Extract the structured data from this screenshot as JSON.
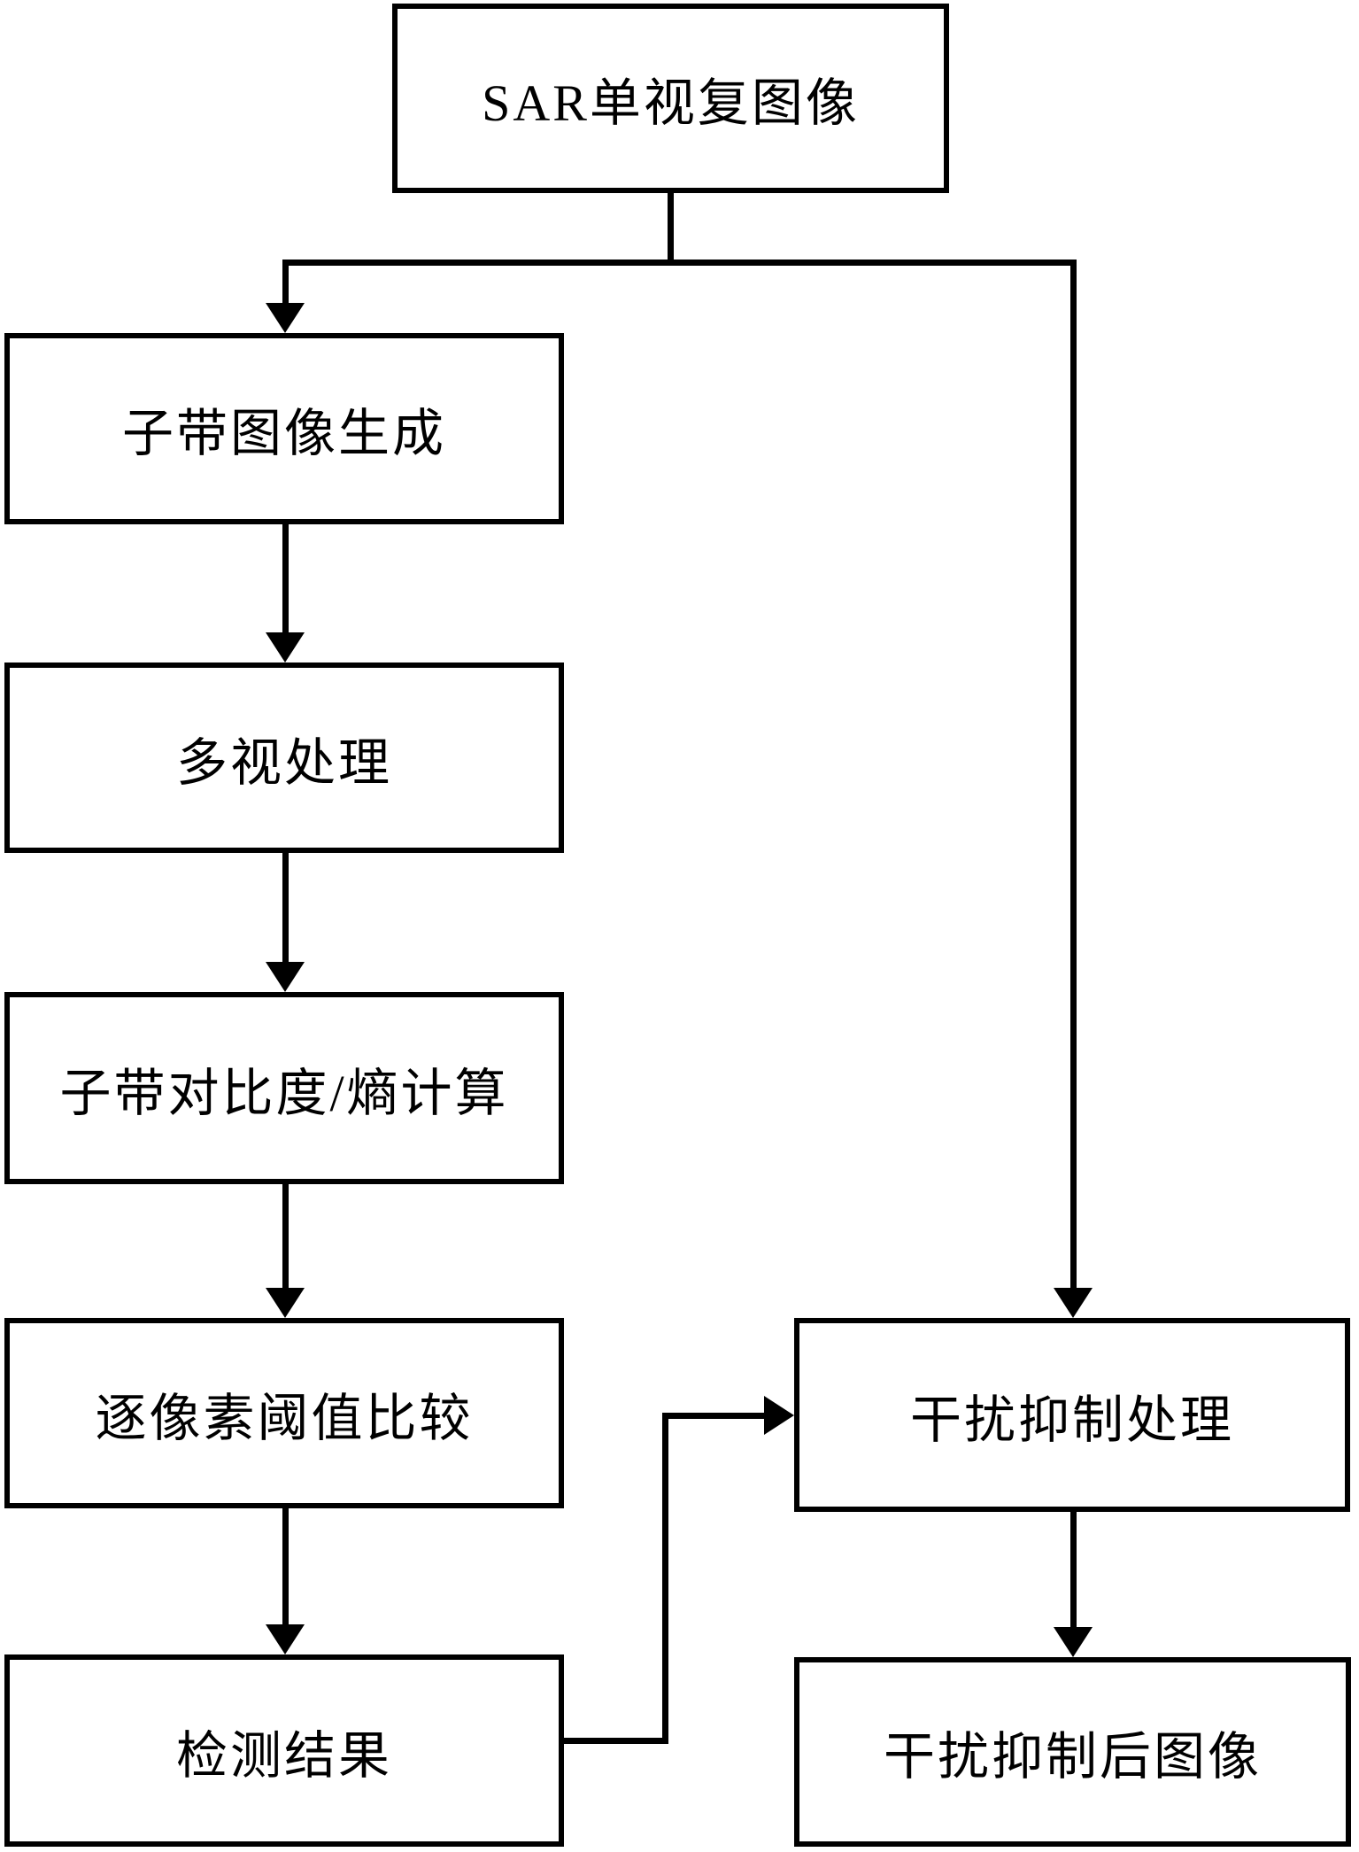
{
  "diagram": {
    "type": "flowchart",
    "background_color": "#ffffff",
    "line_color": "#000000",
    "text_color": "#000000",
    "nodes": {
      "sar_image": {
        "label": "SAR单视复图像"
      },
      "subband_gen": {
        "label": "子带图像生成"
      },
      "multilook": {
        "label": "多视处理"
      },
      "contrast_entropy": {
        "label": "子带对比度/熵计算"
      },
      "threshold_cmp": {
        "label": "逐像素阈值比较"
      },
      "detection_result": {
        "label": "检测结果"
      },
      "suppression": {
        "label": "干扰抑制处理"
      },
      "suppressed_image": {
        "label": "干扰抑制后图像"
      }
    },
    "edges": [
      {
        "from": "sar_image",
        "to": "subband_gen"
      },
      {
        "from": "sar_image",
        "to": "suppression"
      },
      {
        "from": "subband_gen",
        "to": "multilook"
      },
      {
        "from": "multilook",
        "to": "contrast_entropy"
      },
      {
        "from": "contrast_entropy",
        "to": "threshold_cmp"
      },
      {
        "from": "threshold_cmp",
        "to": "detection_result"
      },
      {
        "from": "detection_result",
        "to": "suppression"
      },
      {
        "from": "suppression",
        "to": "suppressed_image"
      }
    ]
  }
}
